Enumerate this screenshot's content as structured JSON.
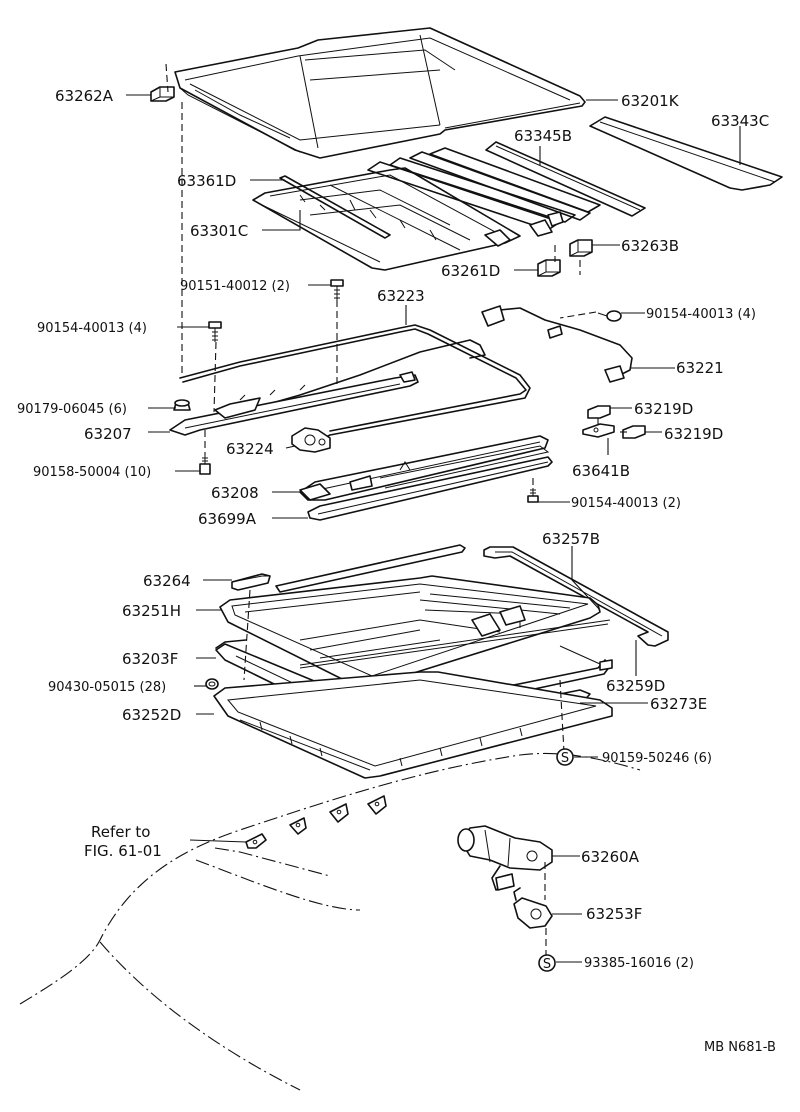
{
  "labels": {
    "p63262A": "63262A",
    "p63201K": "63201K",
    "p63345B": "63345B",
    "p63343C": "63343C",
    "p63361D": "63361D",
    "p63301C": "63301C",
    "p63263B": "63263B",
    "p63261D": "63261D",
    "p90151_40012": "90151-40012 (2)",
    "p63223": "63223",
    "p90154_40013_4a": "90154-40013 (4)",
    "p90154_40013_4b": "90154-40013 (4)",
    "p63221": "63221",
    "p90179_06045": "90179-06045 (6)",
    "p63207": "63207",
    "p63224": "63224",
    "p63219D_a": "63219D",
    "p63219D_b": "63219D",
    "p63641B": "63641B",
    "p90158_50004": "90158-50004 (10)",
    "p63208": "63208",
    "p90154_40013_2": "90154-40013 (2)",
    "p63699A": "63699A",
    "p63257B": "63257B",
    "p63264": "63264",
    "p63251H": "63251H",
    "p63203F": "63203F",
    "p90430_05015": "90430-05015 (28)",
    "p63259D": "63259D",
    "p63252D": "63252D",
    "p63273E": "63273E",
    "p90159_50246": "90159-50246 (6)",
    "refer_line1": "Refer to",
    "refer_line2": "FIG. 61-01",
    "p63260A": "63260A",
    "p63253F": "63253F",
    "p93385_16016": "93385-16016 (2)",
    "s_mark_1": "S",
    "s_mark_2": "S",
    "footer": "MB  N681-B"
  }
}
